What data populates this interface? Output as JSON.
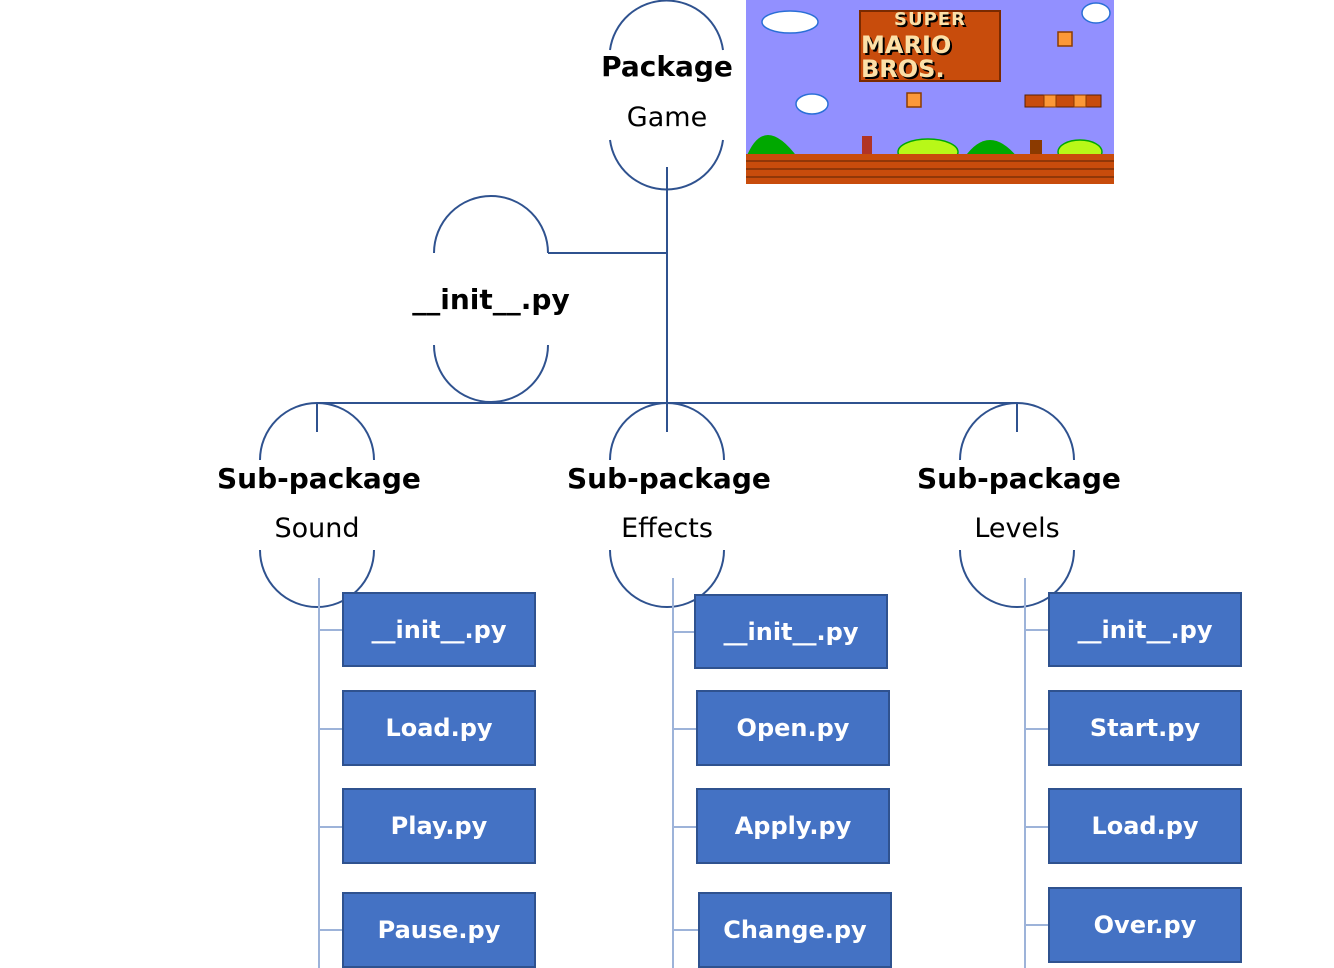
{
  "root": {
    "kind": "Package",
    "name": "Game"
  },
  "root_init": {
    "label": "__init__.py"
  },
  "subpackages": [
    {
      "kind": "Sub-package",
      "name": "Sound",
      "files": [
        "__init__.py",
        "Load.py",
        "Play.py",
        "Pause.py"
      ]
    },
    {
      "kind": "Sub-package",
      "name": "Effects",
      "files": [
        "__init__.py",
        "Open.py",
        "Apply.py",
        "Change.py"
      ]
    },
    {
      "kind": "Sub-package",
      "name": "Levels",
      "files": [
        "__init__.py",
        "Start.py",
        "Load.py",
        "Over.py"
      ]
    }
  ],
  "image": {
    "logo_line1": "SUPER",
    "logo_line2": "MARIO BROS."
  },
  "colors": {
    "box_fill": "#4472C4",
    "box_border": "#2F528F",
    "line": "#2F528F",
    "sky": "#9290FF"
  }
}
